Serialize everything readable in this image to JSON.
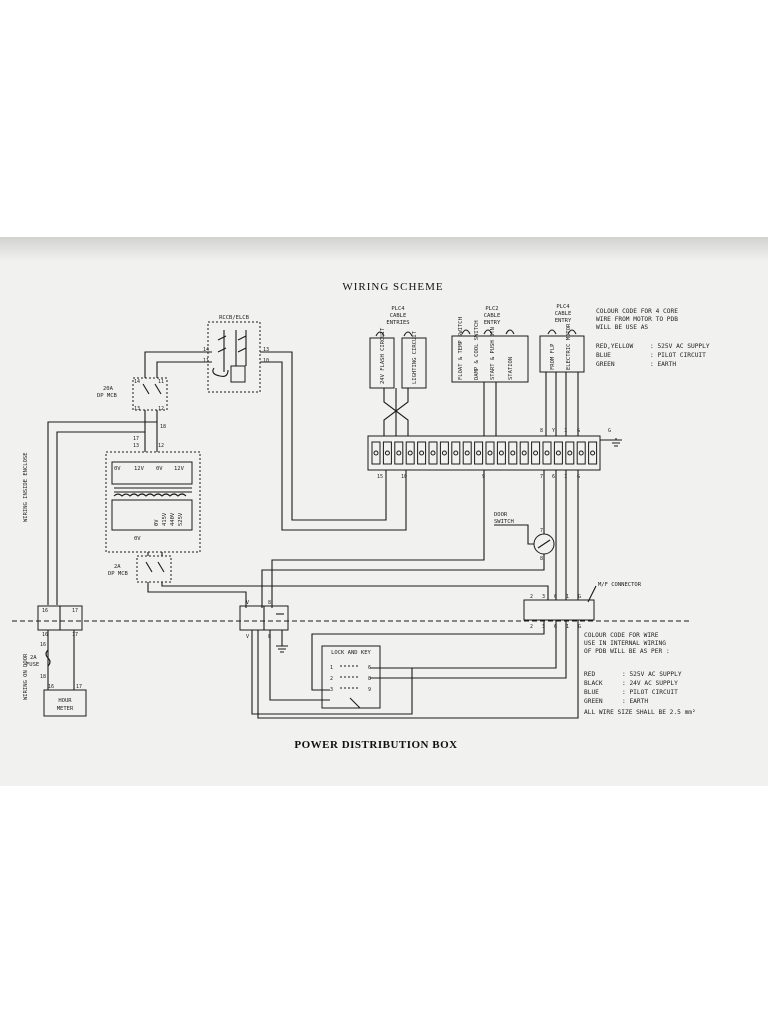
{
  "title": "WIRING SCHEME",
  "caption": "POWER DISTRIBUTION BOX",
  "side_labels": {
    "inside": "WIRING INSIDE ENCLOSE",
    "door": "WIRING ON DOOR"
  },
  "components": {
    "rccb": "RCCB/ELCB",
    "mcb_main": [
      "20A",
      "DP MCB"
    ],
    "mcb_small": [
      "2A",
      "DP MCB"
    ],
    "transformer_top": [
      "0V",
      "12V",
      "0V",
      "12V"
    ],
    "transformer_taps": [
      "0V",
      "415V",
      "440V",
      "525V"
    ],
    "transformer_0v": "0V",
    "fuse": [
      "2A",
      "FUSE"
    ],
    "hour_meter": [
      "HOUR",
      "METER"
    ],
    "door_switch": [
      "DOOR",
      "SWITCH"
    ],
    "lock_key": "LOCK AND KEY",
    "mf_connector": "M/F CONNECTOR"
  },
  "entries": {
    "plc4a": [
      "PLC4",
      "CABLE",
      "ENTRIES"
    ],
    "plc4a_modules": [
      "24V FLASH CIRCUIT",
      "LIGHTING CIRCUIT"
    ],
    "plc2": [
      "PLC2",
      "CABLE",
      "ENTRY"
    ],
    "plc2_modules": [
      "FLOAT & TEMP SWITCH",
      "DAMP & COOL SWITCH",
      "START & PUSH BTN",
      "STATION"
    ],
    "plc4b": [
      "PLC4",
      "CABLE",
      "ENTRY"
    ],
    "plc4b_modules": [
      "FROM FLP",
      "ELECTRIC MOTOR"
    ]
  },
  "terminals": {
    "rccb_left": [
      "14",
      "11"
    ],
    "rccb_right": [
      "13",
      "10"
    ],
    "mcb_top": [
      "14",
      "11"
    ],
    "mcb_bottom": [
      "13",
      "12"
    ],
    "wire_18": "18",
    "wire_17": "17",
    "trans_in": [
      "13",
      "12"
    ],
    "strip_bottom": [
      "15",
      "10",
      "9",
      "7",
      "6",
      "1",
      "G"
    ],
    "strip_top": [
      "8",
      "Y",
      "1",
      "G"
    ],
    "door_sw": [
      "7",
      "8"
    ],
    "tb_door": [
      "16",
      "17",
      "16",
      "17"
    ],
    "fuse_nums": [
      "16",
      "18"
    ],
    "meter_nums": [
      "16",
      "17"
    ],
    "tb_mid": [
      "V",
      "8",
      "V",
      "8"
    ],
    "mf_top": [
      "2",
      "3",
      "6",
      "1",
      "G"
    ],
    "mf_bot": [
      "2",
      "3",
      "6",
      "1",
      "G"
    ],
    "lock_left": [
      "1",
      "2",
      "3"
    ],
    "lock_right": [
      "6",
      "8",
      "9"
    ],
    "strip_g": "G"
  },
  "notes": {
    "motor": [
      "COLOUR CODE FOR 4 CORE",
      "WIRE FROM MOTOR TO PDB",
      "WILL BE USE AS"
    ],
    "motor_codes": [
      {
        "color": "RED,YELLOW",
        "use": ": 525V AC SUPPLY"
      },
      {
        "color": "BLUE",
        "use": ": PILOT CIRCUIT"
      },
      {
        "color": "GREEN",
        "use": ": EARTH"
      }
    ],
    "internal": [
      "COLOUR CODE FOR WIRE",
      "USE IN INTERNAL WIRING",
      "OF PDB WILL BE AS PER :"
    ],
    "internal_codes": [
      {
        "color": "RED",
        "use": ": 525V AC SUPPLY"
      },
      {
        "color": "BLACK",
        "use": ": 24V AC SUPPLY"
      },
      {
        "color": "BLUE",
        "use": ": PILOT CIRCUIT"
      },
      {
        "color": "GREEN",
        "use": ": EARTH"
      }
    ],
    "wire_size": "ALL WIRE SIZE SHALL BE 2.5 mm²"
  }
}
